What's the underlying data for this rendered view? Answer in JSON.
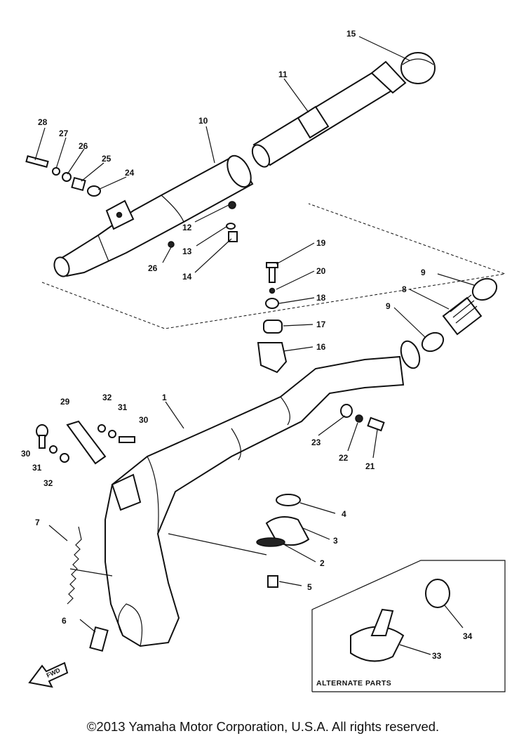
{
  "diagram": {
    "callouts": {
      "p1": "1",
      "p2": "2",
      "p3": "3",
      "p4": "4",
      "p5": "5",
      "p6": "6",
      "p7": "7",
      "p8": "8",
      "p9a": "9",
      "p9b": "9",
      "p10": "10",
      "p11": "11",
      "p12": "12",
      "p13": "13",
      "p14": "14",
      "p15": "15",
      "p16": "16",
      "p17": "17",
      "p18": "18",
      "p19": "19",
      "p20": "20",
      "p21": "21",
      "p22": "22",
      "p23": "23",
      "p24": "24",
      "p25": "25",
      "p26": "26",
      "p27": "27",
      "p28": "28",
      "p26b": "26",
      "p29": "29",
      "p30a": "30",
      "p30b": "30",
      "p31a": "31",
      "p31b": "31",
      "p32a": "32",
      "p32b": "32",
      "p33": "33",
      "p34": "34"
    },
    "alternate_parts_label": "ALTERNATE PARTS",
    "direction_label": "FWD"
  },
  "footer": {
    "copyright": "©2013 Yamaha Motor Corporation, U.S.A. All rights reserved."
  }
}
